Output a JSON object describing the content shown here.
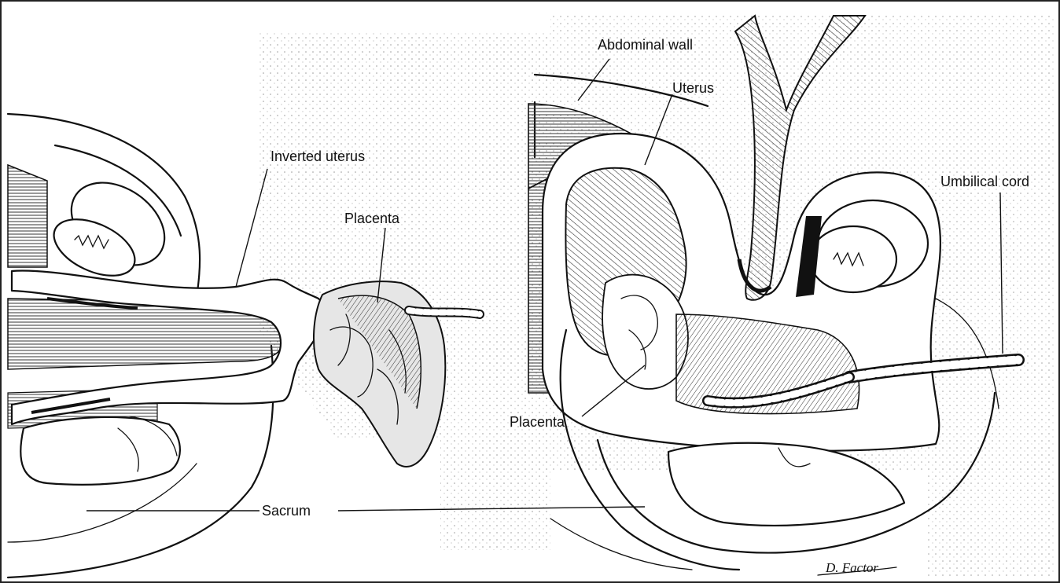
{
  "figure": {
    "labels": {
      "abdominal_wall": "Abdominal wall",
      "uterus": "Uterus",
      "inverted_uterus": "Inverted uterus",
      "placenta_left": "Placenta",
      "umbilical_cord": "Umbilical cord",
      "placenta_right": "Placenta",
      "sacrum": "Sacrum"
    },
    "signature": "D. Factor"
  },
  "colors": {
    "ink": "#111111",
    "paper": "#ffffff",
    "hatch": "#333333",
    "shade": "#e6e6e6"
  }
}
